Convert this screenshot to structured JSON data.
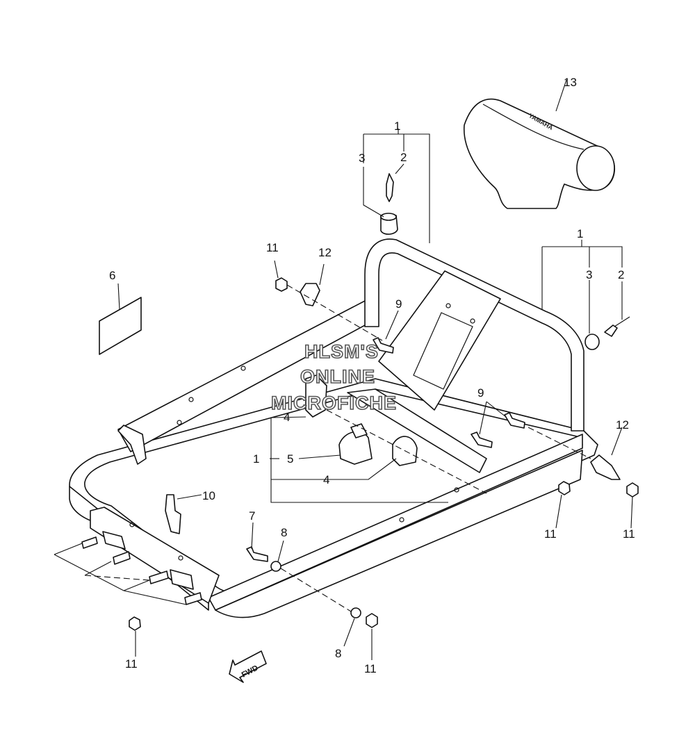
{
  "callouts": {
    "c1_top": "1",
    "c2_top": "2",
    "c3_top": "3",
    "c1_right": "1",
    "c3_right": "3",
    "c2_right": "2",
    "c11_a": "11",
    "c12_left": "12",
    "c6": "6",
    "c9_a": "9",
    "c4_a": "4",
    "c1_left": "1",
    "c5": "5",
    "c4_b": "4",
    "c9_b": "9",
    "c12_right": "12",
    "c10": "10",
    "c7": "7",
    "c8_a": "8",
    "c11_b": "11",
    "c11_c": "11",
    "c11_d": "11",
    "c8_b": "8",
    "c11_e": "11",
    "c13": "13"
  },
  "watermark": {
    "line1": "HLSM'S",
    "line2": "ONLINE",
    "line3": "MICROFICHE"
  },
  "cover_logo": "YAMAHA",
  "fwd_label": "FWD",
  "colors": {
    "line": "#111111",
    "background": "#ffffff",
    "watermark_outline": "#555555"
  }
}
